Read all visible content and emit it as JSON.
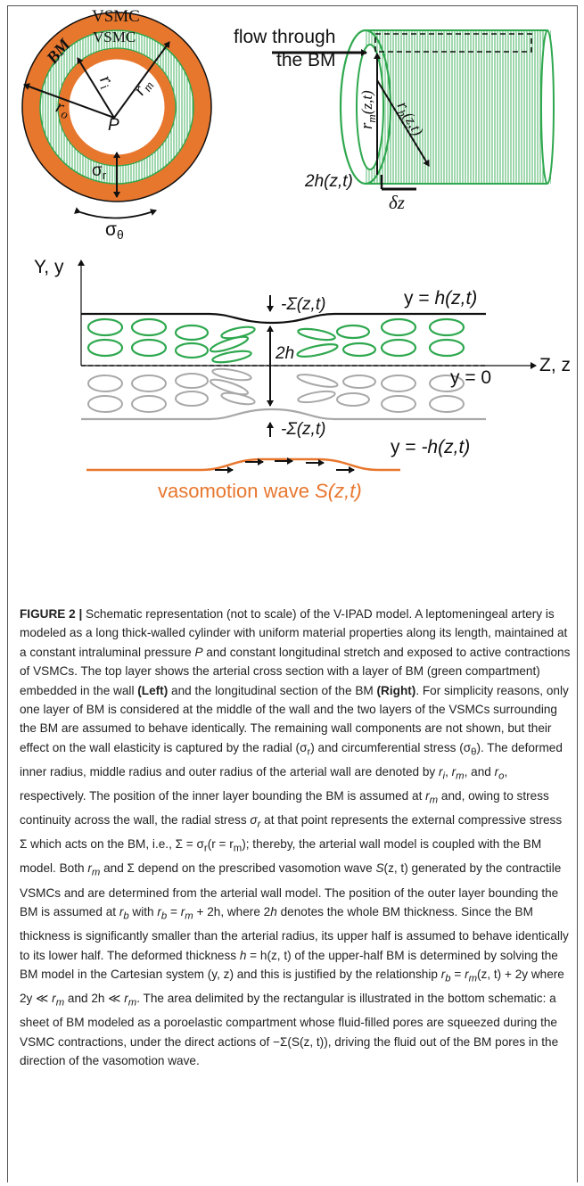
{
  "colors": {
    "orange": "#E8772E",
    "green": "#2FA84F",
    "green_light": "#D6EFD8",
    "gray": "#A8A8A8",
    "text": "#111111",
    "caption_text": "#222222"
  },
  "schematic": {
    "cross_section": {
      "label_vsmc_outer": "VSMC",
      "label_vsmc_inner": "VSMC",
      "label_bm": "BM",
      "label_ri": "r",
      "label_ri_sub": "i",
      "label_rm": "r",
      "label_rm_sub": "m",
      "label_ro": "r",
      "label_ro_sub": "o",
      "label_p": "P",
      "label_sigma_r": "σ",
      "label_sigma_r_sub": "r",
      "label_sigma_theta": "σ",
      "label_sigma_theta_sub": "θ"
    },
    "longitudinal": {
      "flow_line1": "flow through",
      "flow_line2": "the BM",
      "label_rm": "r",
      "label_rm_sub": "m",
      "label_rm_args": "(z,t)",
      "label_rb": "r",
      "label_rb_sub": "b",
      "label_rb_args": "(z,t)",
      "label_2h": "2h(z,t)",
      "label_dz": "δz"
    },
    "sheet": {
      "axis_y": "Y, y",
      "axis_z": "Z, z",
      "label_top_stress": "-Σ(z,t)",
      "label_bottom_stress": "-Σ(z,t)",
      "label_2h": "2h",
      "label_y_top_prefix": "y = ",
      "label_y_top_var": "h(z,t)",
      "label_y_zero": "y = 0",
      "label_y_bottom_prefix": "y = ",
      "label_y_bottom_var": "-h(z,t)",
      "label_wave_prefix": "vasomotion wave ",
      "label_wave_var": "S(z,t)"
    }
  },
  "caption": {
    "figure_label": "FIGURE 2 |",
    "s1": " Schematic representation (not to scale) of the V-IPAD model. A leptomeningeal artery is modeled as a long thick-walled cylinder with uniform material properties along its length, maintained at a constant intraluminal pressure ",
    "s1_p": "P",
    "s2": " and constant longitudinal stretch and exposed to active contractions of VSMCs. The top layer shows the arterial cross section with a layer of BM (green compartment) embedded in the wall ",
    "left": "(Left)",
    "s3": " and the longitudinal section of the BM ",
    "right": "(Right)",
    "s4": ". For simplicity reasons, only one layer of BM is considered at the middle of the wall and the two layers of the VSMCs surrounding the BM are assumed to behave identically. The remaining wall components are not shown, but their effect on the wall elasticity is captured by the radial (",
    "s5": ") and circumferential stress (",
    "s6": "). The deformed inner radius, middle radius and outer radius of the arterial wall are denoted by ",
    "s7": ", and ",
    "s8": ", respectively. The position of the inner layer bounding the BM is assumed at ",
    "s9": " and, owing to stress continuity across the wall, the radial stress ",
    "s10": " at that point represents the external compressive stress Σ which acts on the BM, i.e., Σ = σ",
    "s11": "(r = r",
    "s12": "); thereby, the arterial wall model is coupled with the BM model. Both ",
    "s13": " and Σ depend on the prescribed vasomotion wave ",
    "s14": "(z, t) generated by the contractile VSMCs and are determined from the arterial wall model. The position of the outer layer bounding the BM is assumed at ",
    "s15": " with ",
    "s16": " + 2h, where 2",
    "s17": " denotes the whole BM thickness. Since the BM thickness is significantly smaller than the arterial radius, its upper half is assumed to behave identically to its lower half. The deformed thickness ",
    "s18": " = h(z, t) of the upper-half BM is determined by solving the BM model in the Cartesian system (y, z) and this is justified by the relationship ",
    "s19": "(z, t) + 2y where 2y ≪ ",
    "s20": " and 2h ≪ ",
    "s21": ". The area delimited by the rectangular is illustrated in the bottom schematic: a sheet of BM modeled as a poroelastic compartment whose fluid-filled pores are squeezed during the VSMC contractions, under the direct actions of −Σ(S(z, t)), driving the fluid out of the BM pores in the direction of the vasomotion wave."
  }
}
